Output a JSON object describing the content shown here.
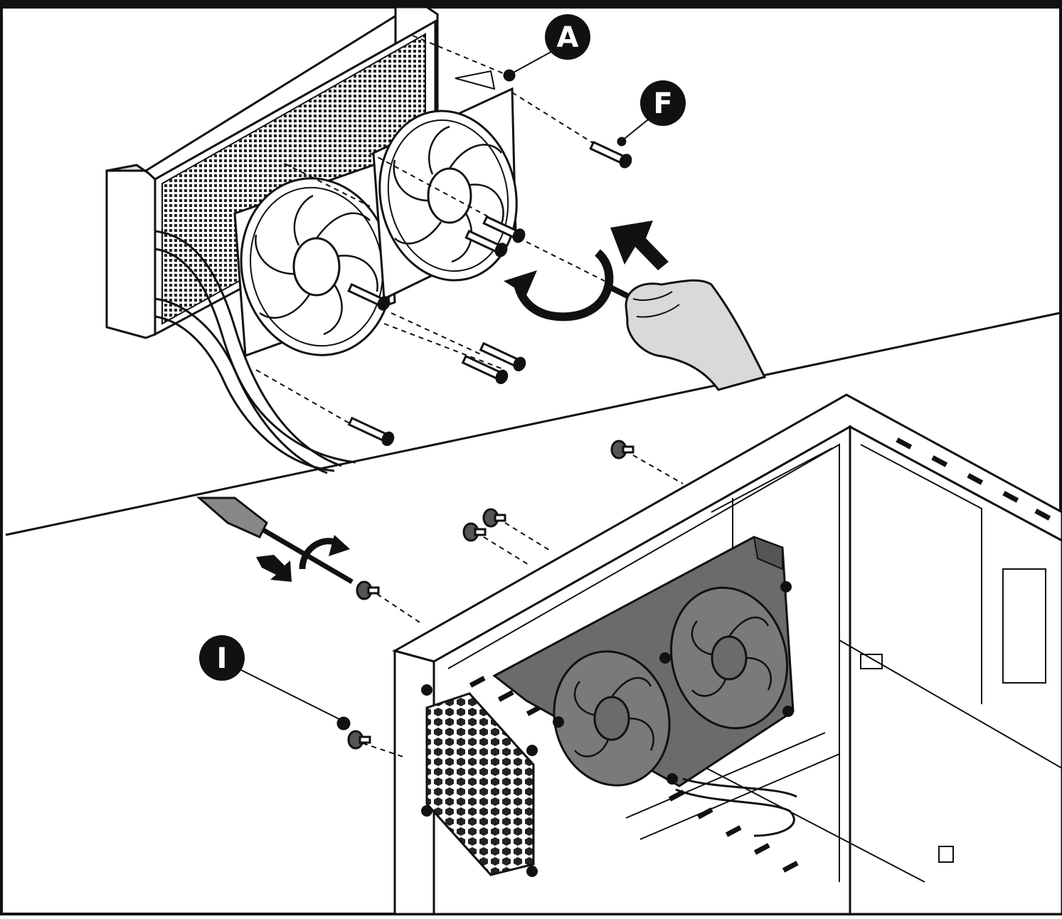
{
  "figure": {
    "panels": [
      "radiator-fan-assembly",
      "case-installation"
    ],
    "colors": {
      "ink": "#111111",
      "fan_fill": "#6b6b6b",
      "hand_fill": "#d9d9d9",
      "paper": "#ffffff"
    }
  },
  "callouts": {
    "a": "A",
    "f": "F",
    "i": "I"
  },
  "icons": [
    "screwdriver-icon",
    "rotate-arrow-icon",
    "push-arrow-icon",
    "hand-icon",
    "screw-icon"
  ]
}
